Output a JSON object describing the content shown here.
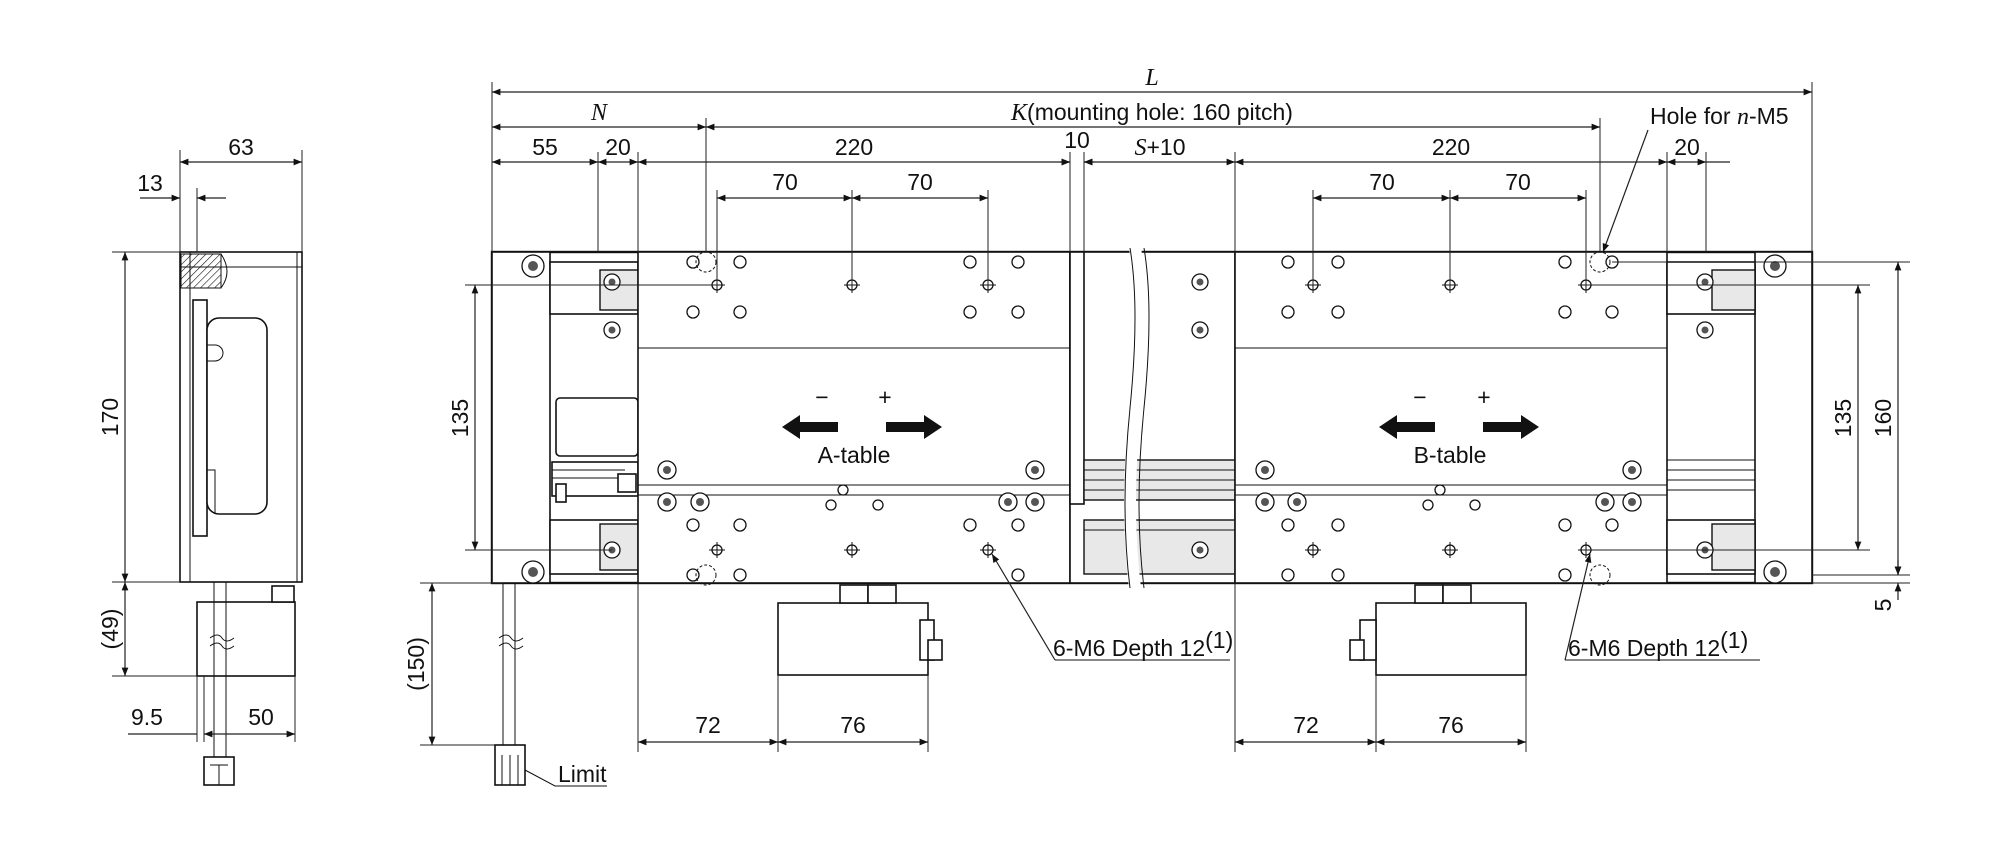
{
  "side_view": {
    "dim_63": "63",
    "dim_13": "13",
    "dim_170": "170",
    "dim_49": "(49)",
    "dim_9_5": "9.5",
    "dim_50": "50"
  },
  "top_view": {
    "L": "L",
    "N": "N",
    "K_letter": "K",
    "K_note": "(mounting hole: 160 pitch)",
    "hole_note_pre": "Hole for ",
    "hole_note_n": "n",
    "hole_note_post": "-M5",
    "dim_55": "55",
    "dim_20_left": "20",
    "dim_220_left": "220",
    "dim_10": "10",
    "dim_S_letter": "S",
    "dim_S_post": "+10",
    "dim_220_right": "220",
    "dim_20_right": "20",
    "dim_70_a1": "70",
    "dim_70_a2": "70",
    "dim_70_b1": "70",
    "dim_70_b2": "70",
    "dim_135_left": "135",
    "dim_135_right": "135",
    "dim_160": "160",
    "dim_5": "5",
    "dim_150": "(150)",
    "dim_72_a": "72",
    "dim_76_a": "76",
    "dim_72_b": "72",
    "dim_76_b": "76",
    "a_table": "A-table",
    "b_table": "B-table",
    "minus_a": "−",
    "plus_a": "+",
    "minus_b": "−",
    "plus_b": "+",
    "m6_note_a": "6-M6 Depth 12",
    "m6_note_a_sup": "(1)",
    "m6_note_b": "6-M6 Depth 12",
    "m6_note_b_sup": "(1)",
    "limit": "Limit"
  }
}
